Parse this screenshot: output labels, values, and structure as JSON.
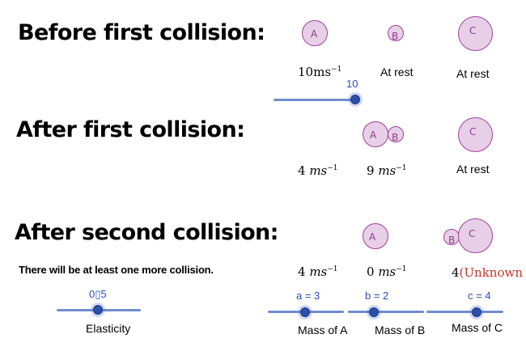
{
  "headings": {
    "before_first": "Before first collision:",
    "after_first": "After first collision:",
    "after_second": "After second collision:"
  },
  "balls": {
    "a": "A",
    "b": "B",
    "c": "C"
  },
  "before_first": {
    "a_speed_value": "10",
    "a_speed_unit": "ms",
    "a_speed_exp": "−1",
    "b_status": "At rest",
    "c_status": "At rest"
  },
  "initial_speed_slider": {
    "value_label": "10",
    "value": 10
  },
  "after_first": {
    "a_speed_value": "4",
    "a_speed_unit": "ms",
    "a_speed_exp": "−1",
    "b_speed_value": "9",
    "b_speed_unit": "ms",
    "b_speed_exp": "−1",
    "c_status": "At rest"
  },
  "after_second": {
    "a_speed_value": "4",
    "a_speed_unit": "ms",
    "a_speed_exp": "−1",
    "b_speed_value": "0",
    "b_speed_unit": "ms",
    "b_speed_exp": "−1",
    "c_speed_value": "4",
    "c_speed_unknown": "(Unknown"
  },
  "note": "There will be at least one more collision.",
  "sliders": {
    "elasticity": {
      "value_label": "0▯5",
      "caption": "Elasticity"
    },
    "mass_a": {
      "value_label": "a = 3",
      "caption": "Mass of A",
      "value": 3
    },
    "mass_b": {
      "value_label": "b = 2",
      "caption": "Mass of B",
      "value": 2
    },
    "mass_c": {
      "value_label": "c = 4",
      "caption": "Mass of C",
      "value": 4
    }
  },
  "colors": {
    "ball_fill": "#e8cfe8",
    "ball_stroke": "#a0409a",
    "slider_track": "#6f8cd0",
    "slider_knob": "#2d4fa8",
    "slider_value": "#2a4dbf",
    "unknown_text": "#c0392b"
  }
}
